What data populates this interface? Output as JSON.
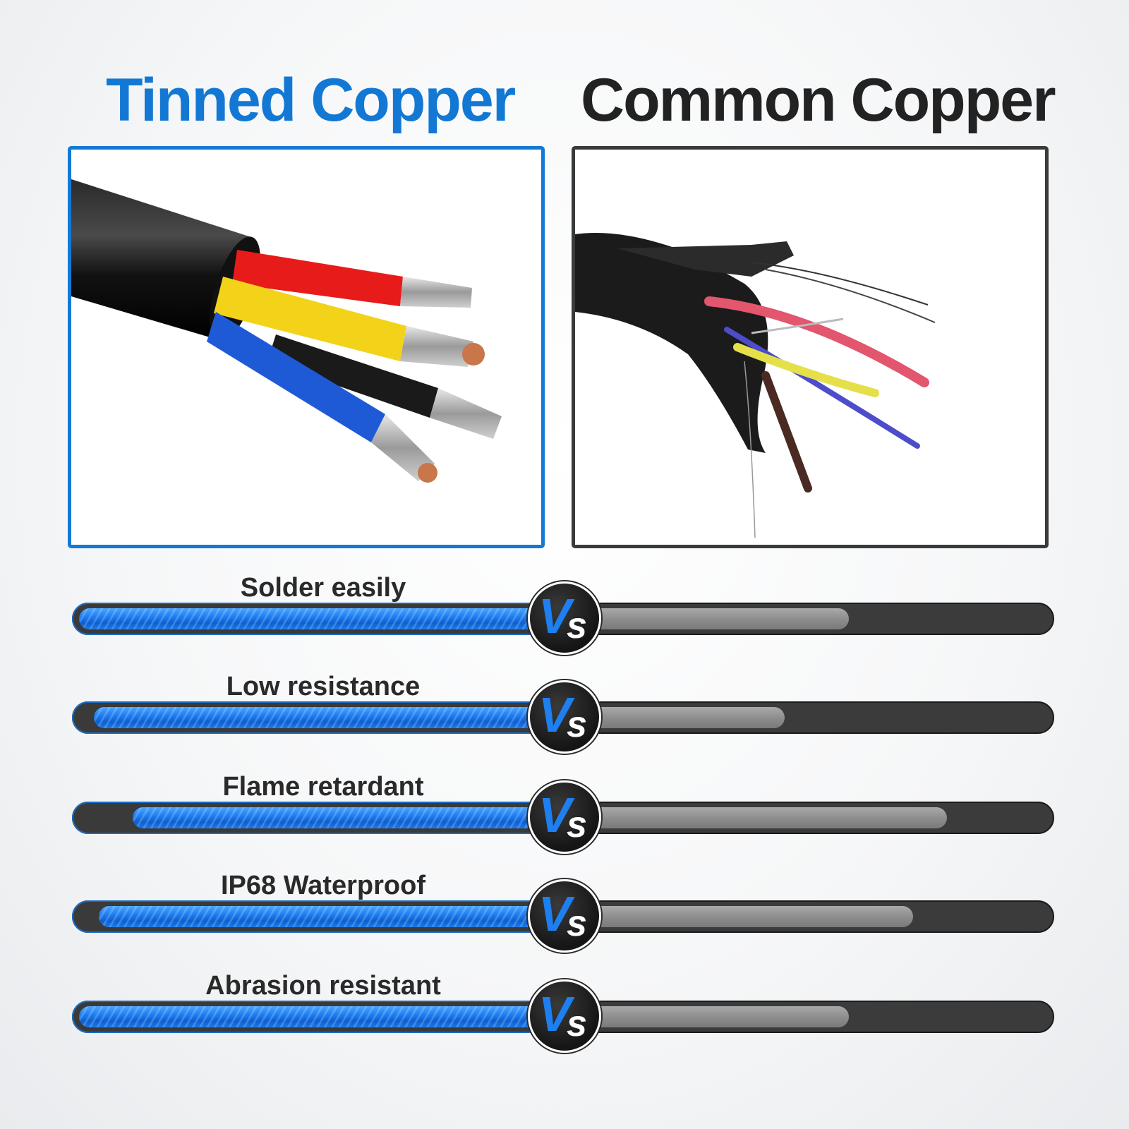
{
  "titles": {
    "left": "Tinned Copper",
    "right": "Common Copper"
  },
  "panels": {
    "left_image": "tinned-copper-cable-illustration",
    "right_image": "common-copper-cable-frayed-photo"
  },
  "vs_badge": {
    "v": "V",
    "s": "s"
  },
  "colors": {
    "accent_blue": "#1278d4",
    "dark": "#222222",
    "gray_fill": "#8c8c8c"
  },
  "comparisons": [
    {
      "label": "Solder easily",
      "tinned_level": 1.0,
      "common_level": 0.6
    },
    {
      "label": "Low resistance",
      "tinned_level": 0.97,
      "common_level": 0.45
    },
    {
      "label": "Flame retardant",
      "tinned_level": 0.89,
      "common_level": 0.83
    },
    {
      "label": "IP68 Waterproof",
      "tinned_level": 0.96,
      "common_level": 0.75
    },
    {
      "label": "Abrasion resistant",
      "tinned_level": 1.0,
      "common_level": 0.6
    }
  ]
}
